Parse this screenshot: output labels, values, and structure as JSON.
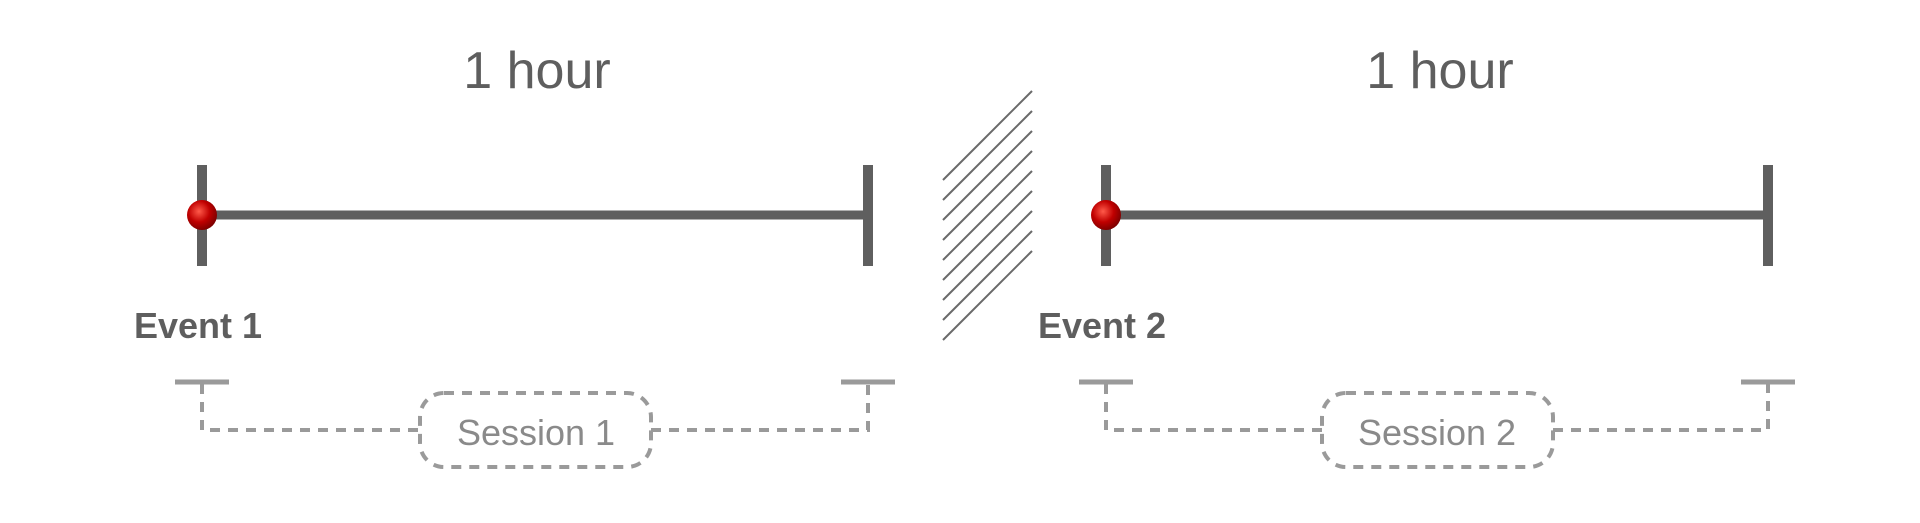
{
  "colors": {
    "line": "#5f5f5f",
    "text": "#5e5e5e",
    "dashed": "#9a9a9a",
    "event_dot": "#c00000"
  },
  "segments": [
    {
      "duration_label": "1 hour",
      "event_label": "Event 1",
      "session_label": "Session 1"
    },
    {
      "duration_label": "1 hour",
      "event_label": "Event 2",
      "session_label": "Session 2"
    }
  ]
}
